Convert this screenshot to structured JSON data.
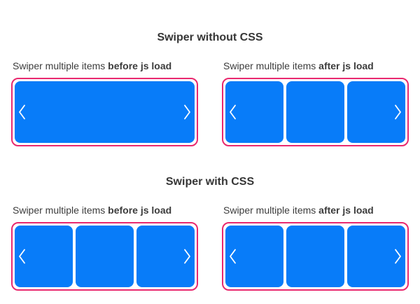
{
  "colors": {
    "slide": "#087cf9",
    "frame_border": "#e9296f",
    "heading": "#363636",
    "label": "#3c3c3c",
    "chevron": "#ffffff"
  },
  "sections": [
    {
      "title": "Swiper without CSS",
      "panels": [
        {
          "label_prefix": "Swiper multiple items ",
          "label_bold": "before js load",
          "slides": 1,
          "prev_icon": "chevron-left",
          "next_icon": "chevron-right"
        },
        {
          "label_prefix": "Swiper multiple items ",
          "label_bold": "after js load",
          "slides": 3,
          "prev_icon": "chevron-left",
          "next_icon": "chevron-right"
        }
      ]
    },
    {
      "title": "Swiper with CSS",
      "panels": [
        {
          "label_prefix": "Swiper multiple items ",
          "label_bold": "before js load",
          "slides": 3,
          "prev_icon": "chevron-left",
          "next_icon": "chevron-right"
        },
        {
          "label_prefix": "Swiper multiple items ",
          "label_bold": "after js load",
          "slides": 3,
          "prev_icon": "chevron-left",
          "next_icon": "chevron-right"
        }
      ]
    }
  ]
}
